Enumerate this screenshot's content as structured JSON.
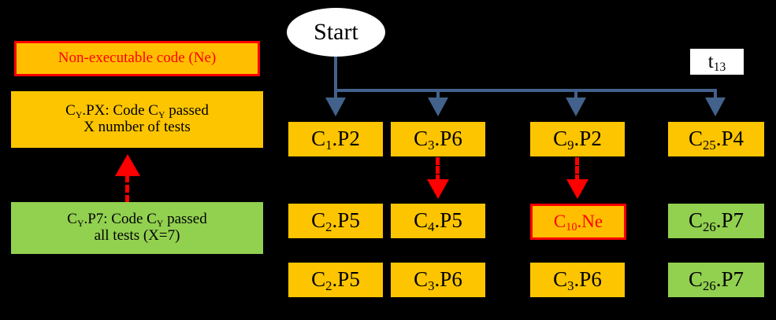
{
  "legend": {
    "non_executable": "Non-executable code (Ne)",
    "px_line1_a": "C",
    "px_line1_sub": "Y",
    "px_line1_b": ".PX: Code C",
    "px_line1_sub2": "Y",
    "px_line1_c": " passed",
    "px_line2": "X number of tests",
    "p7_line1_a": "C",
    "p7_line1_sub": "Y",
    "p7_line1_b": ".P7: Code C",
    "p7_line1_sub2": "Y",
    "p7_line1_c": " passed",
    "p7_line2": "all tests (X=7)"
  },
  "flow": {
    "start_label": "Start",
    "transition_label_base": "t",
    "transition_label_sub": "13",
    "rows": [
      {
        "cells": [
          {
            "base": "C",
            "sub": "1",
            "suffix": ".P2",
            "style": "amber"
          },
          {
            "base": "C",
            "sub": "3",
            "suffix": ".P6",
            "style": "amber"
          },
          {
            "base": "C",
            "sub": "9",
            "suffix": ".P2",
            "style": "amber"
          },
          {
            "base": "C",
            "sub": "25",
            "suffix": ".P4",
            "style": "amber"
          }
        ]
      },
      {
        "cells": [
          {
            "base": "C",
            "sub": "2",
            "suffix": ".P5",
            "style": "amber"
          },
          {
            "base": "C",
            "sub": "4",
            "suffix": ".P5",
            "style": "amber"
          },
          {
            "base": "C",
            "sub": "10",
            "suffix": ".Ne",
            "style": "ne"
          },
          {
            "base": "C",
            "sub": "26",
            "suffix": ".P7",
            "style": "green"
          }
        ]
      },
      {
        "cells": [
          {
            "base": "C",
            "sub": "2",
            "suffix": ".P5",
            "style": "amber"
          },
          {
            "base": "C",
            "sub": "3",
            "suffix": ".P6",
            "style": "amber"
          },
          {
            "base": "C",
            "sub": "3",
            "suffix": ".P6",
            "style": "amber"
          },
          {
            "base": "C",
            "sub": "26",
            "suffix": ".P7",
            "style": "green"
          }
        ]
      }
    ]
  },
  "colors": {
    "amber": "#FDC500",
    "green": "#92D050",
    "red": "#FF0000",
    "blue": "#42628C",
    "background": "#000000",
    "white": "#FFFFFF"
  }
}
